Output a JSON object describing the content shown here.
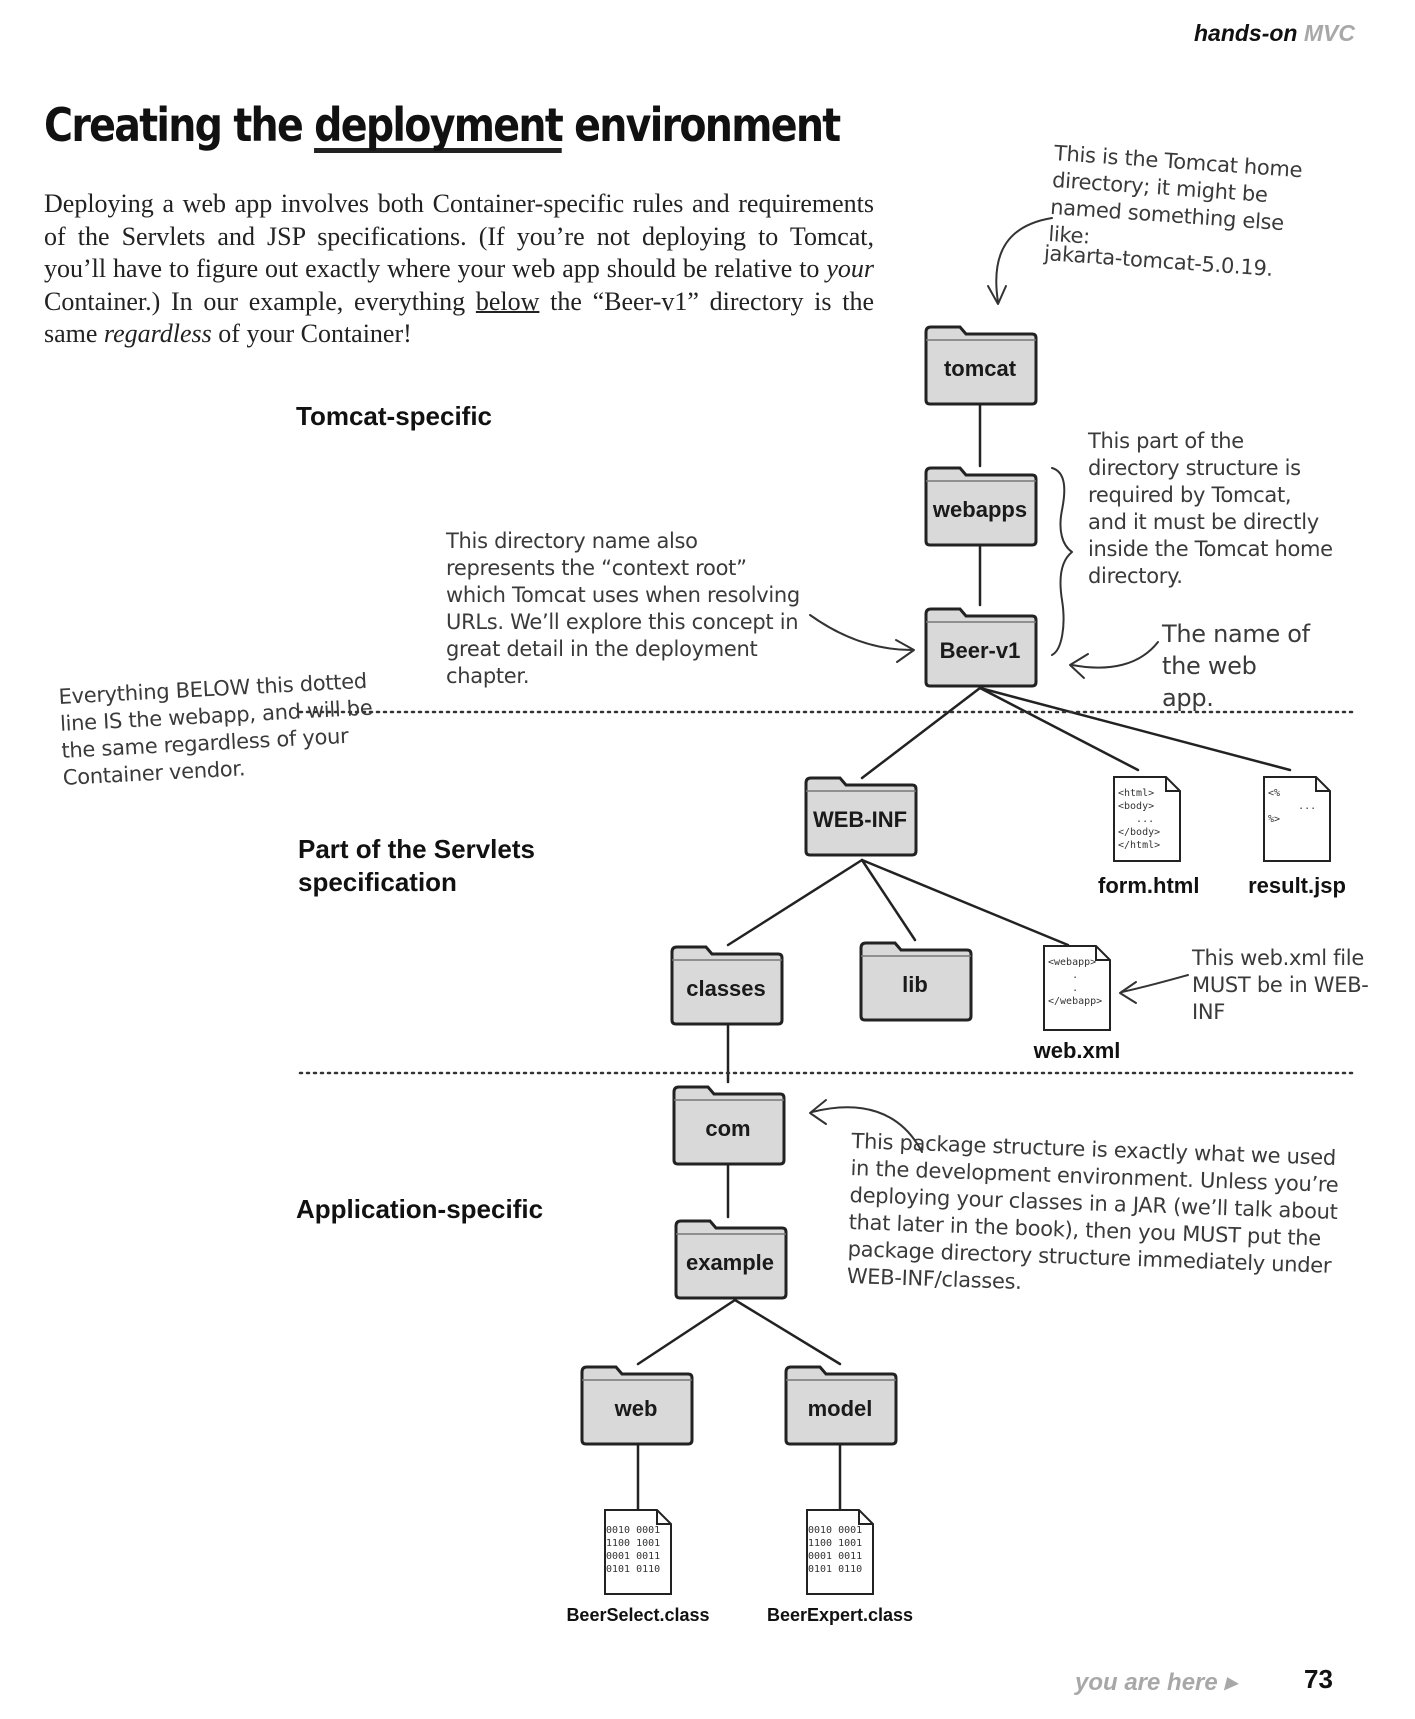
{
  "header": {
    "running_head_main": "hands-on",
    "running_head_accent": "MVC"
  },
  "title": {
    "before": "Creating the ",
    "underlined": "deployment",
    "after": " environment"
  },
  "intro": {
    "part1": "Deploying a web app involves both Container-specific rules and requirements of the Servlets and JSP specifications. (If you’re not deploying to Tomcat, you’ll have to figure out exactly where your web app should be relative to ",
    "emph1": "your",
    "part2": " Container.) In our example, everything ",
    "underlined": "below",
    "part3": " the “Beer-v1” directory is the same ",
    "emph2": "regardless",
    "part4": " of your Container!"
  },
  "sections": {
    "tomcat_specific": "Tomcat-specific",
    "servlets_spec_line1": "Part of the Servlets",
    "servlets_spec_line2": "specification",
    "app_specific": "Application-specific"
  },
  "folders": {
    "tomcat": "tomcat",
    "webapps": "webapps",
    "beer_v1": "Beer-v1",
    "web_inf": "WEB-INF",
    "classes": "classes",
    "lib": "lib",
    "com": "com",
    "example": "example",
    "web": "web",
    "model": "model"
  },
  "files": {
    "form_html": {
      "name": "form.html",
      "code": "<html>\n<body>\n   ...\n</body>\n</html>"
    },
    "result_jsp": {
      "name": "result.jsp",
      "code": "<%\n     ...\n%>"
    },
    "web_xml": {
      "name": "web.xml",
      "code": "<webapp>\n    .\n    .\n</webapp>"
    },
    "beer_select": {
      "name": "BeerSelect.class",
      "code": "0010 0001\n1100 1001\n0001 0011\n0101 0110"
    },
    "beer_expert": {
      "name": "BeerExpert.class",
      "code": "0010 0001\n1100 1001\n0001 0011\n0101 0110"
    }
  },
  "notes": {
    "tomcat_home": "This is the Tomcat home directory; it might be named something else like:",
    "tomcat_home_example": "jakarta-tomcat-5.0.19.",
    "required_by_tomcat": "This part of the directory structure is required by Tomcat, and it must be directly inside the Tomcat home directory.",
    "context_root": "This directory name also represents the “context root” which Tomcat uses when resolving URLs.  We’ll explore this concept in great detail in the deployment chapter.",
    "web_app_name": "The name of the web app.",
    "below_line": "Everything BELOW this dotted line IS the webapp, and will be the same regardless of your Container vendor.",
    "web_xml": "This web.xml file MUST be in WEB-INF",
    "package_structure": "This package structure is exactly what we used in the development environment. Unless you’re deploying your classes in a JAR (we’ll talk about that later in the book), then you MUST put the package directory structure immediately under WEB-INF/classes."
  },
  "footer": {
    "you_are_here": "you are here ▸",
    "page_number": "73"
  }
}
